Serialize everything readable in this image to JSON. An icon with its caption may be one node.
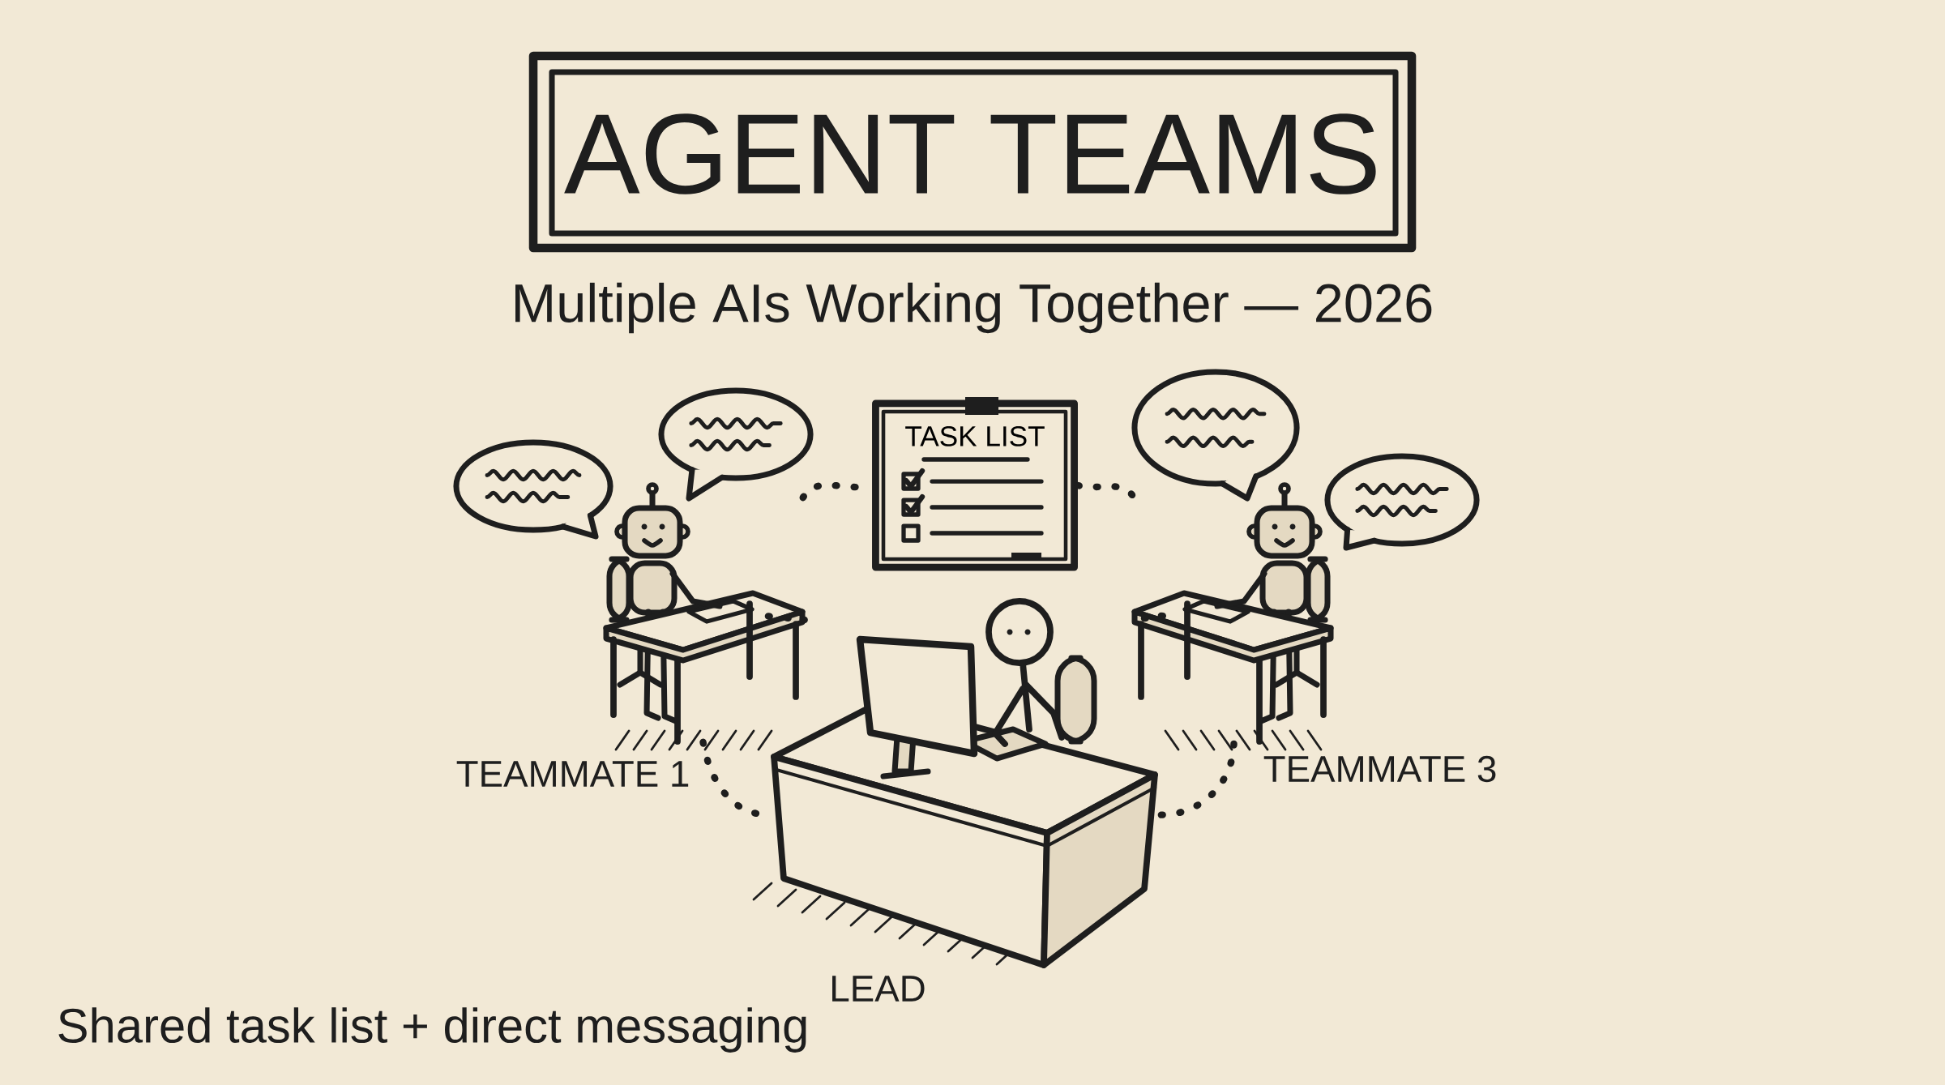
{
  "diagram": {
    "title": "AGENT TEAMS",
    "nodes": [
      {
        "text": [
          "TASK LIST"
        ]
      },
      {
        "text": [],
        "shape": "picture",
        "beside": [
          "TEAMMATE 1"
        ]
      },
      {
        "text": [],
        "shape": "picture",
        "beside": [
          "TEAMMATE 3"
        ]
      },
      {
        "text": [],
        "shape": "picture",
        "beside": [
          "LEAD"
        ]
      }
    ],
    "edges": [
      {
        "from": 1,
        "to": 0,
        "arrow": "none",
        "style": "dashed"
      },
      {
        "from": 0,
        "to": 2,
        "arrow": "none",
        "style": "dashed"
      },
      {
        "from": 1,
        "to": 3,
        "arrow": "none",
        "style": "dashed"
      },
      {
        "from": 3,
        "to": 2,
        "arrow": "none",
        "style": "dashed"
      },
      {
        "from": 1,
        "to": 3,
        "arrow": "none",
        "style": "dashed"
      },
      {
        "from": 3,
        "to": 2,
        "arrow": "none",
        "style": "dashed"
      }
    ],
    "labels": [
      "Multiple AIs Working Together — 2026",
      "Shared task list + direct messaging"
    ]
  }
}
